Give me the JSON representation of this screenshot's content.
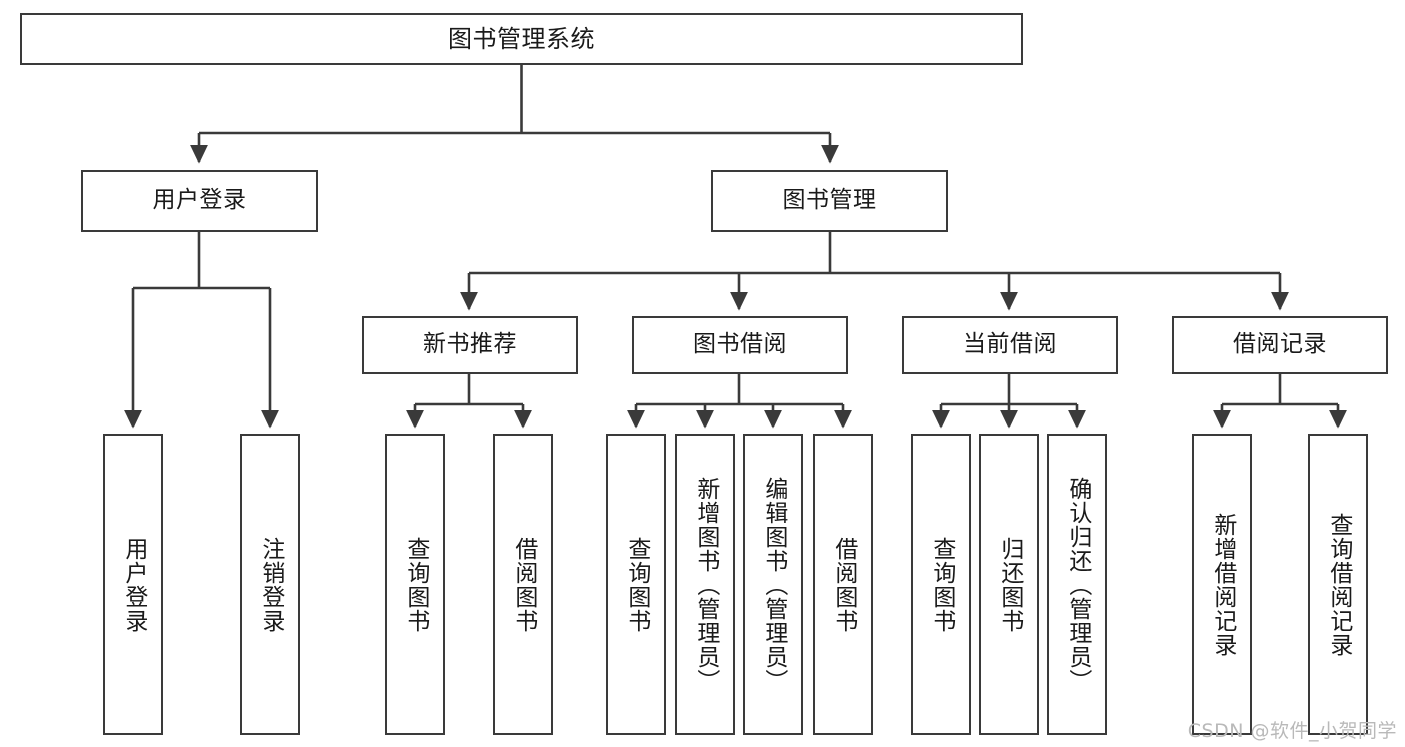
{
  "diagram": {
    "type": "tree-hierarchy",
    "title": "图书管理系统",
    "root": {
      "label": "图书管理系统"
    },
    "level2": [
      {
        "label": "用户登录"
      },
      {
        "label": "图书管理"
      }
    ],
    "level3": [
      {
        "label": "新书推荐"
      },
      {
        "label": "图书借阅"
      },
      {
        "label": "当前借阅"
      },
      {
        "label": "借阅记录"
      }
    ],
    "leaves": [
      {
        "label": "用户登录",
        "parent": "用户登录"
      },
      {
        "label": "注销登录",
        "parent": "用户登录"
      },
      {
        "label": "查询图书",
        "parent": "新书推荐"
      },
      {
        "label": "借阅图书",
        "parent": "新书推荐"
      },
      {
        "label": "查询图书",
        "parent": "图书借阅"
      },
      {
        "label": "新增图书（管理员）",
        "parent": "图书借阅"
      },
      {
        "label": "编辑图书（管理员）",
        "parent": "图书借阅"
      },
      {
        "label": "借阅图书",
        "parent": "图书借阅"
      },
      {
        "label": "查询图书",
        "parent": "当前借阅"
      },
      {
        "label": "归还图书",
        "parent": "当前借阅"
      },
      {
        "label": "确认归还（管理员）",
        "parent": "当前借阅"
      },
      {
        "label": "新增借阅记录",
        "parent": "借阅记录"
      },
      {
        "label": "查询借阅记录",
        "parent": "借阅记录"
      }
    ],
    "colors": {
      "box_border": "#3a3a3a",
      "box_fill": "#ffffff",
      "edge": "#3a3a3a",
      "text": "#1a1a1a",
      "watermark": "#b9b9b9",
      "background": "#ffffff"
    }
  },
  "watermark": {
    "text": "CSDN @软件_小贺同学"
  }
}
